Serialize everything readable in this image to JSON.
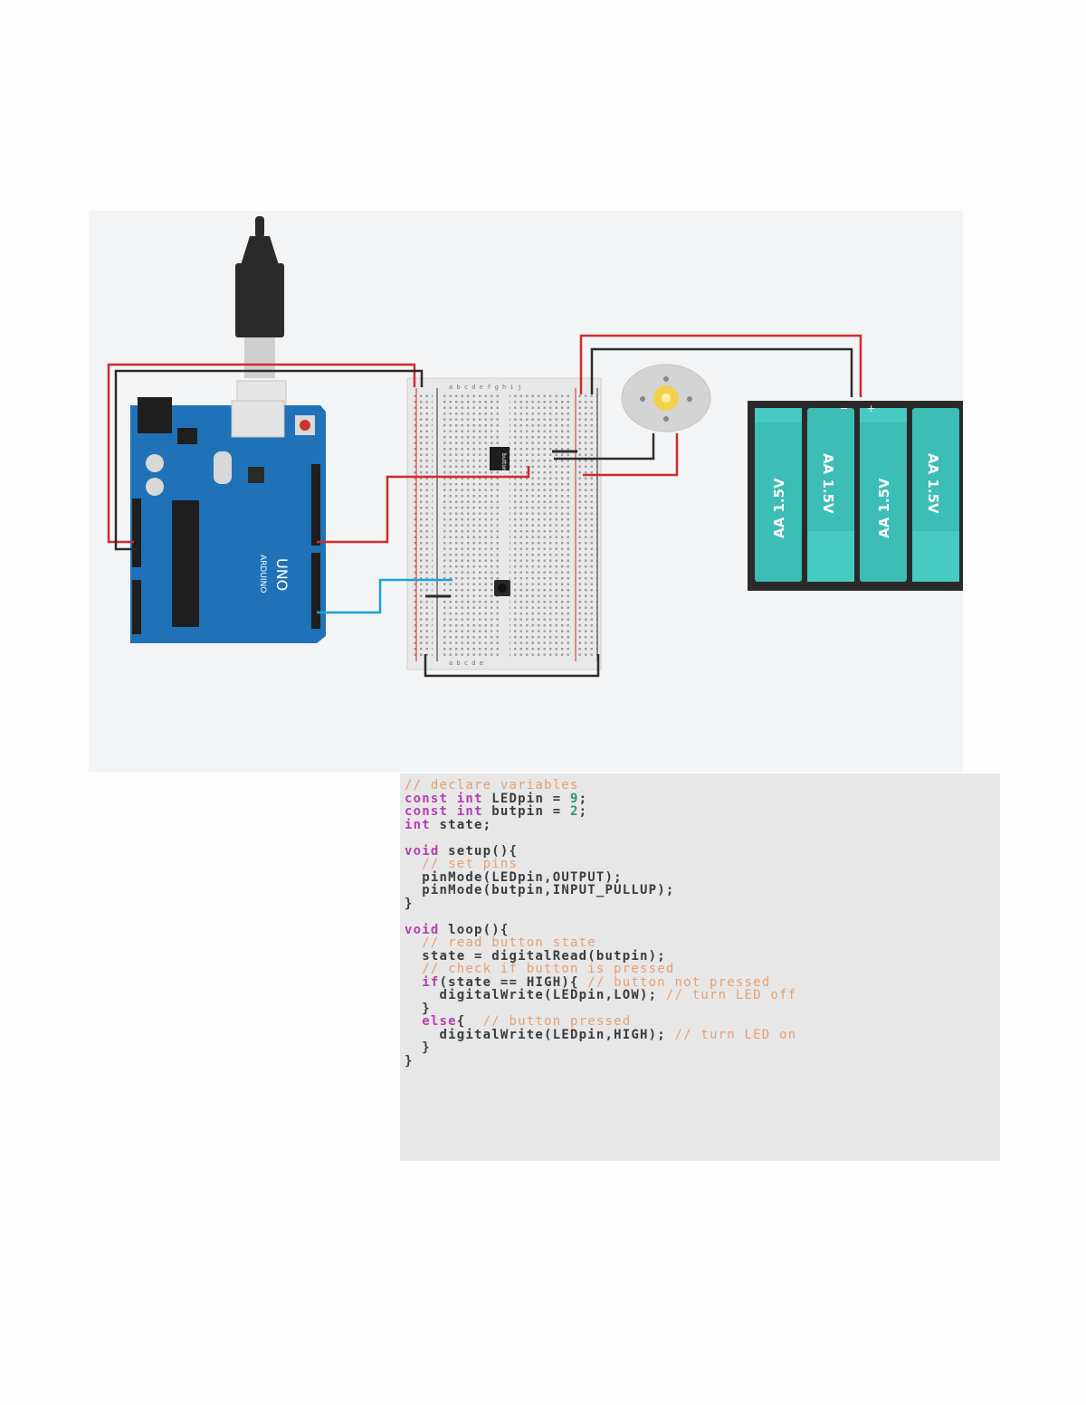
{
  "circuit": {
    "arduino": {
      "brand": "ARDUINO",
      "model": "UNO"
    },
    "button_chip_label": "button",
    "battery_pack": {
      "cells": [
        "AA 1.5V",
        "AA 1.5V",
        "AA 1.5V",
        "AA 1.5V"
      ],
      "minus_label": "−",
      "plus_label": "+"
    },
    "breadboard": {
      "top_columns": "a b c d e   f g h i j",
      "bottom_columns": "a b c d e"
    },
    "colors": {
      "board": "#1f72b8",
      "wire_red": "#d12a2a",
      "wire_black": "#2b2b2b",
      "wire_blue": "#1aa3d2",
      "battery_cell": "#3cbdb5"
    }
  },
  "code": {
    "lines": [
      [
        {
          "t": "// declare variables",
          "c": "comment"
        }
      ],
      [
        {
          "t": "const int ",
          "c": "keyword"
        },
        {
          "t": "LEDpin = ",
          "c": "plain"
        },
        {
          "t": "9",
          "c": "number"
        },
        {
          "t": ";",
          "c": "plain"
        }
      ],
      [
        {
          "t": "const int ",
          "c": "keyword"
        },
        {
          "t": "butpin = ",
          "c": "plain"
        },
        {
          "t": "2",
          "c": "number"
        },
        {
          "t": ";",
          "c": "plain"
        }
      ],
      [
        {
          "t": "int ",
          "c": "keyword"
        },
        {
          "t": "state;",
          "c": "plain"
        }
      ],
      [],
      [
        {
          "t": "void ",
          "c": "keyword"
        },
        {
          "t": "setup(){",
          "c": "plain"
        }
      ],
      [
        {
          "t": "  // set pins",
          "c": "comment"
        }
      ],
      [
        {
          "t": "  pinMode(LEDpin,OUTPUT);",
          "c": "plain"
        }
      ],
      [
        {
          "t": "  pinMode(butpin,INPUT_PULLUP);",
          "c": "plain"
        }
      ],
      [
        {
          "t": "}",
          "c": "plain"
        }
      ],
      [],
      [
        {
          "t": "void ",
          "c": "keyword"
        },
        {
          "t": "loop(){",
          "c": "plain"
        }
      ],
      [
        {
          "t": "  // read button state",
          "c": "comment"
        }
      ],
      [
        {
          "t": "  state = digitalRead(butpin);",
          "c": "plain"
        }
      ],
      [
        {
          "t": "  // check if button is pressed",
          "c": "comment"
        }
      ],
      [
        {
          "t": "  ",
          "c": "plain"
        },
        {
          "t": "if",
          "c": "keyword"
        },
        {
          "t": "(state == HIGH){ ",
          "c": "plain"
        },
        {
          "t": "// button not pressed",
          "c": "comment"
        }
      ],
      [
        {
          "t": "    digitalWrite(LEDpin,LOW); ",
          "c": "plain"
        },
        {
          "t": "// turn LED off",
          "c": "comment"
        }
      ],
      [
        {
          "t": "  }",
          "c": "plain"
        }
      ],
      [
        {
          "t": "  ",
          "c": "plain"
        },
        {
          "t": "else",
          "c": "keyword"
        },
        {
          "t": "{  ",
          "c": "plain"
        },
        {
          "t": "// button pressed",
          "c": "comment"
        }
      ],
      [
        {
          "t": "    digitalWrite(LEDpin,HIGH); ",
          "c": "plain"
        },
        {
          "t": "// turn LED on",
          "c": "comment"
        }
      ],
      [
        {
          "t": "  }",
          "c": "plain"
        }
      ],
      [
        {
          "t": "}",
          "c": "plain"
        }
      ]
    ]
  }
}
